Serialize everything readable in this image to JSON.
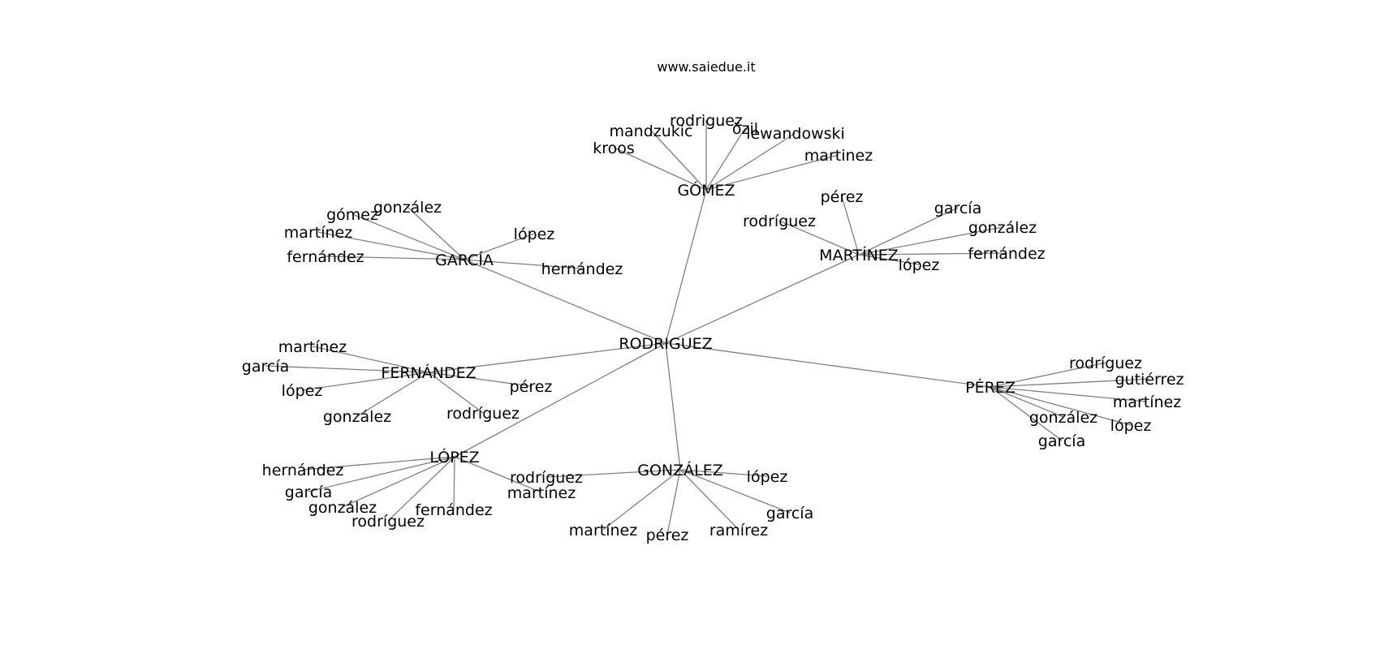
{
  "title": "www.saiedue.it",
  "center": "RODRIGUEZ",
  "hubs": [
    {
      "name": "GÓMEZ",
      "leaves": [
        "rodriguez",
        "mandzukic",
        "özil",
        "lewandowski",
        "kroos",
        "martinez"
      ]
    },
    {
      "name": "MARTÍNEZ",
      "leaves": [
        "pérez",
        "garcía",
        "rodríguez",
        "gonzález",
        "fernández",
        "lópez"
      ]
    },
    {
      "name": "GARCÍA",
      "leaves": [
        "gómez",
        "gonzález",
        "martínez",
        "lópez",
        "fernández",
        "hernández"
      ]
    },
    {
      "name": "FERNÁNDEZ",
      "leaves": [
        "martínez",
        "garcía",
        "lópez",
        "pérez",
        "gonzález",
        "rodríguez"
      ]
    },
    {
      "name": "PÉREZ",
      "leaves": [
        "rodríguez",
        "gutiérrez",
        "martínez",
        "gonzález",
        "lópez",
        "garcía"
      ]
    },
    {
      "name": "LÓPEZ",
      "leaves": [
        "hernández",
        "garcía",
        "gonzález",
        "rodríguez",
        "fernández",
        "martínez"
      ]
    },
    {
      "name": "GONZÁLEZ",
      "leaves": [
        "rodríguez",
        "lópez",
        "garcía",
        "martínez",
        "pérez",
        "ramírez"
      ]
    }
  ],
  "edge_color": "#808080"
}
